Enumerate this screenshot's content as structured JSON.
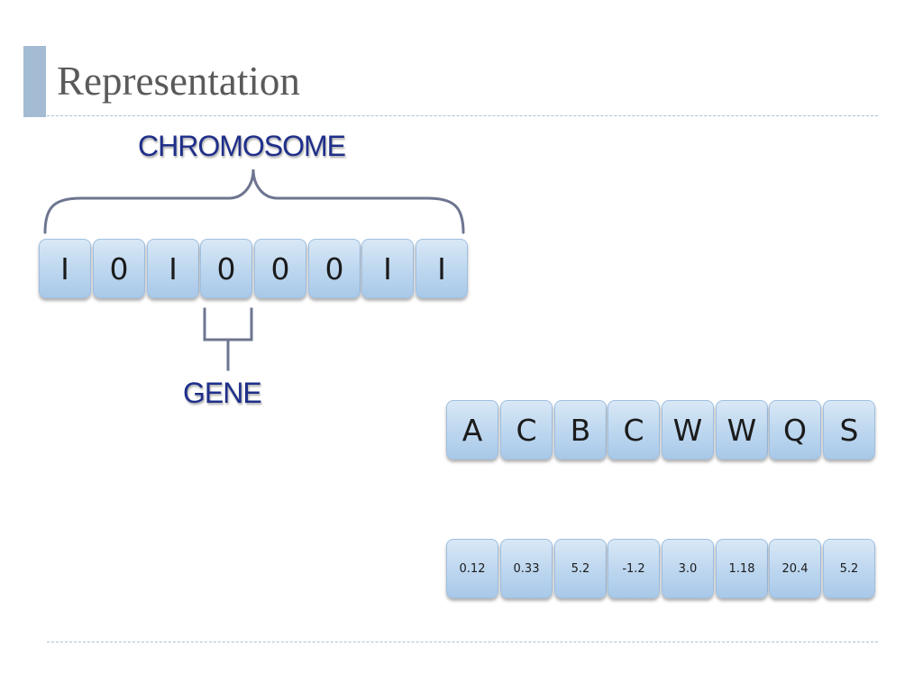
{
  "slide": {
    "title": "Representation"
  },
  "diagram": {
    "chromosome_label": "CHROMOSOME",
    "gene_label": "GENE",
    "binary_genes": [
      "I",
      "0",
      "I",
      "0",
      "0",
      "0",
      "I",
      "I"
    ],
    "letter_genes": [
      "A",
      "C",
      "B",
      "C",
      "W",
      "W",
      "Q",
      "S"
    ],
    "real_genes": [
      "0.12",
      "0.33",
      "5.2",
      "-1.2",
      "3.0",
      "1.18",
      "20.4",
      "5.2"
    ]
  },
  "colors": {
    "accent": "#a3bcd4",
    "label_text": "#1f2f8a",
    "cell_fill": "#bcd6ef",
    "bracket": "#6e7590"
  }
}
